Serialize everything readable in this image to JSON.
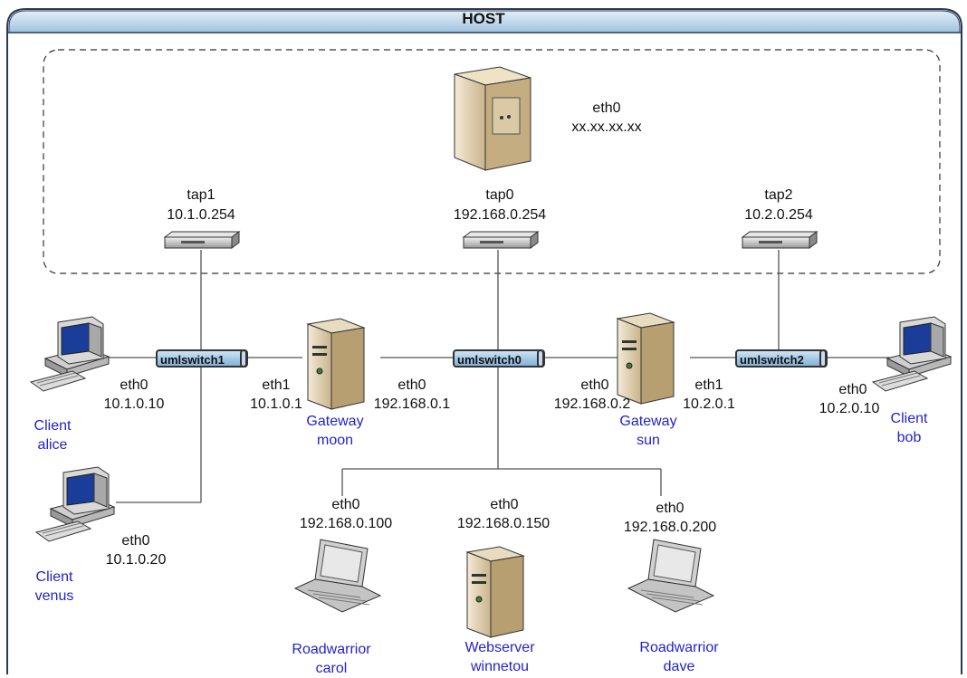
{
  "frame": {
    "title": "HOST"
  },
  "host": {
    "iface": "eth0",
    "ip": "xx.xx.xx.xx",
    "icon": "server-tower-icon"
  },
  "taps": [
    {
      "name": "tap1",
      "ip": "10.1.0.254"
    },
    {
      "name": "tap0",
      "ip": "192.168.0.254"
    },
    {
      "name": "tap2",
      "ip": "10.2.0.254"
    }
  ],
  "switches": [
    {
      "label": "umlswitch1"
    },
    {
      "label": "umlswitch0"
    },
    {
      "label": "umlswitch2"
    }
  ],
  "gateways": [
    {
      "line1": "Gateway",
      "line2": "moon",
      "left_iface": "eth1",
      "left_ip": "10.1.0.1",
      "right_iface": "eth0",
      "right_ip": "192.168.0.1"
    },
    {
      "line1": "Gateway",
      "line2": "sun",
      "left_iface": "eth0",
      "left_ip": "192.168.0.2",
      "right_iface": "eth1",
      "right_ip": "10.2.0.1"
    }
  ],
  "clients": [
    {
      "line1": "Client",
      "line2": "alice",
      "iface": "eth0",
      "ip": "10.1.0.10"
    },
    {
      "line1": "Client",
      "line2": "venus",
      "iface": "eth0",
      "ip": "10.1.0.20"
    },
    {
      "line1": "Client",
      "line2": "bob",
      "iface": "eth0",
      "ip": "10.2.0.10"
    }
  ],
  "hosts_bottom": [
    {
      "line1": "Roadwarrior",
      "line2": "carol",
      "iface": "eth0",
      "ip": "192.168.0.100"
    },
    {
      "line1": "Webserver",
      "line2": "winnetou",
      "iface": "eth0",
      "ip": "192.168.0.150"
    },
    {
      "line1": "Roadwarrior",
      "line2": "dave",
      "iface": "eth0",
      "ip": "192.168.0.200"
    }
  ],
  "colors": {
    "header_top": "#d6e6f3",
    "header_bottom": "#9fc2e0",
    "name_text": "#2222cc",
    "switch_fill": "#9ec4e3"
  }
}
